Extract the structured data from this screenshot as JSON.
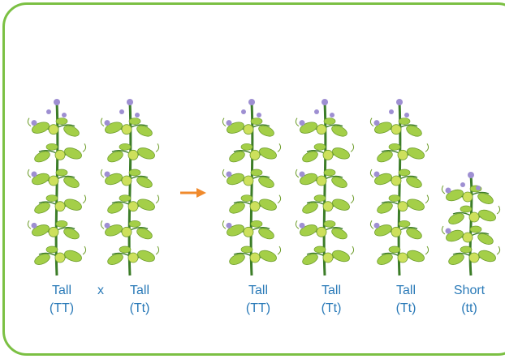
{
  "colors": {
    "frame": "#7bc043",
    "label_text": "#2a7ab8",
    "arrow": "#f08a2c",
    "stem": "#3c7d28",
    "leaf": "#a4cf48",
    "leaf_dark": "#6f9e2d",
    "pod": "#cde05c",
    "flower": "#9e8fd2"
  },
  "cross_symbol": "x",
  "plants": [
    {
      "height": "Tall",
      "genotype": "(TT)"
    },
    {
      "height": "Tall",
      "genotype": "(Tt)"
    },
    {
      "height": "Tall",
      "genotype": "(TT)"
    },
    {
      "height": "Tall",
      "genotype": "(Tt)"
    },
    {
      "height": "Tall",
      "genotype": "(Tt)"
    },
    {
      "height": "Short",
      "genotype": "(tt)"
    }
  ],
  "icons": {
    "arrow": "right-arrow-icon",
    "plant": "pea-plant-icon"
  }
}
